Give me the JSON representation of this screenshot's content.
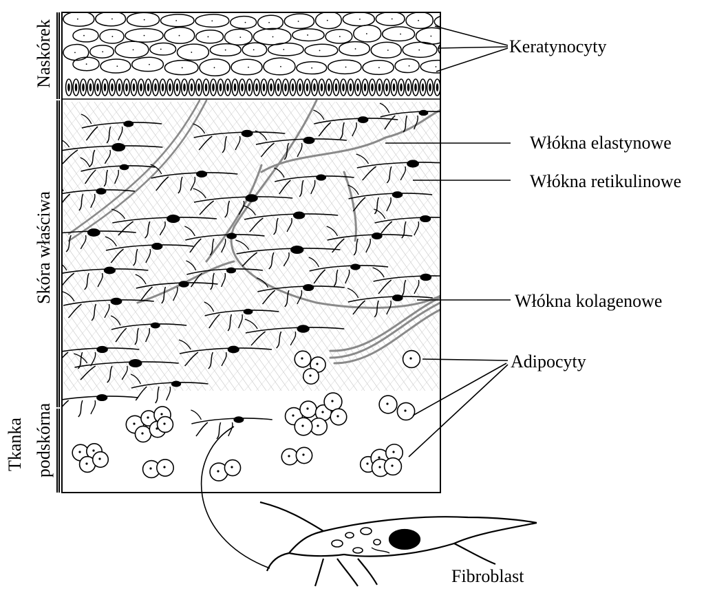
{
  "layers": {
    "epidermis": "Naskórek",
    "dermis": "Skóra właściwa",
    "hypodermis_line1": "Tkanka",
    "hypodermis_line2": "podskórna"
  },
  "labels": {
    "keratinocytes": "Keratynocyty",
    "elastic_fibers": "Włókna elastynowe",
    "reticular_fibers": "Włókna retikulinowe",
    "collagen_fibers": "Włókna kolagenowe",
    "adipocytes": "Adipocyty",
    "fibroblast": "Fibroblast"
  },
  "colors": {
    "ink": "#000000",
    "fiber_gray": "#8a8a8a",
    "hatch_gray": "#b8b8b8",
    "background": "#ffffff"
  }
}
